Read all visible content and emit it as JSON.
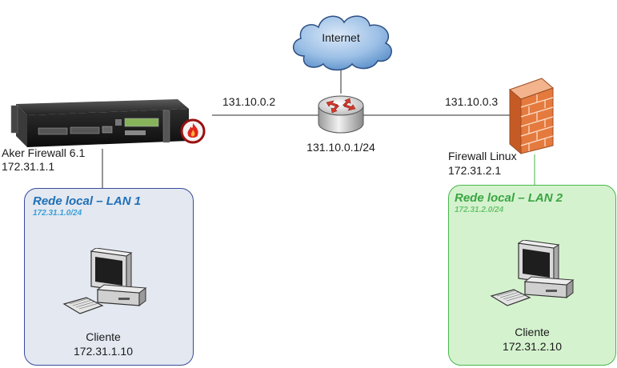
{
  "colors": {
    "lan1_fill": "#e3e8f1",
    "lan1_border": "#3a4a9a",
    "lan1_title": "#1f6fb6",
    "lan1_sub": "#3b9fd6",
    "lan2_fill": "#d5f2cf",
    "lan2_border": "#48b64a",
    "lan2_title": "#3aa542",
    "lan2_sub": "#6ac56e",
    "link": "#2b2b2b"
  },
  "internet": {
    "label": "Internet",
    "icon": "cloud-icon"
  },
  "router": {
    "icon": "router-icon",
    "ip": "131.10.0.1/24"
  },
  "aker": {
    "icon": "rack-firewall-icon",
    "name": "Aker Firewall 6.1",
    "lan_ip": "172.31.1.1",
    "wan_ip": "131.10.0.2"
  },
  "linux": {
    "icon": "brick-firewall-icon",
    "name": "Firewall Linux",
    "lan_ip": "172.31.2.1",
    "wan_ip": "131.10.0.3"
  },
  "lan1": {
    "title": "Rede local – LAN 1",
    "subnet": "172.31.1.0/24",
    "client_label": "Cliente",
    "client_ip": "172.31.1.10",
    "icon": "desktop-computer-icon"
  },
  "lan2": {
    "title": "Rede local – LAN 2",
    "subnet": "172.31.2.0/24",
    "client_label": "Cliente",
    "client_ip": "172.31.2.10",
    "icon": "desktop-computer-icon"
  }
}
